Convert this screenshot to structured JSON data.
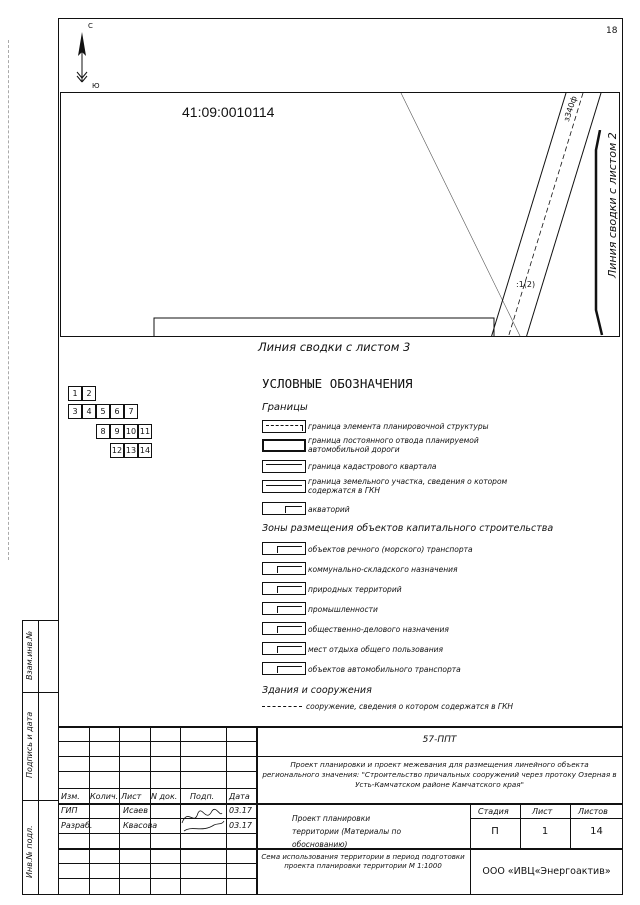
{
  "sheet": {
    "page_number": "18"
  },
  "map": {
    "north_label": "С",
    "south_label": "Ю",
    "cadastral_block": "41:09:0010114",
    "road_label": "з340ф",
    "parcel_label": ":1(2)",
    "match_line_right": "Линия сводки с листом 2",
    "match_line_bottom": "Линия сводки с листом 3"
  },
  "index_grid": [
    "1",
    "2",
    "3",
    "4",
    "5",
    "6",
    "7",
    "8",
    "9",
    "10",
    "11",
    "12",
    "13",
    "14"
  ],
  "legend": {
    "title": "УСЛОВНЫЕ ОБОЗНАЧЕНИЯ",
    "boundaries_heading": "Границы",
    "boundaries": [
      "граница элемента планировочной структуры",
      "граница постоянного отвода планируемой автомобильной дороги",
      "граница кадастрового квартала",
      "граница земельного участка, сведения о котором содержатся в ГКН",
      "акваторий"
    ],
    "zones_heading": "Зоны размещения объектов капитального строительства",
    "zones": [
      "объектов речного (морского) транспорта",
      "коммунально-складского назначения",
      "природных территорий",
      "промышленности",
      "общественно-делового назначения",
      "мест отдыха общего пользования",
      "объектов автомобильного транспорта"
    ],
    "buildings_heading": "Здания и сооружения",
    "buildings": [
      "сооружение, сведения о котором содержатся в ГКН"
    ]
  },
  "side_stamp": {
    "vzam": "Взам.инв.№",
    "podpis": "Подпись и дата",
    "inv": "Инв.№ подл."
  },
  "title_block": {
    "code": "57-ППТ",
    "project_title": "Проект планировки и проект межевания для размещения линейного объекта регионального значения: \"Строительство причальных сооружений через протоку Озерная в Усть-Камчатском районе Камчатского края\"",
    "headers": [
      "Изм.",
      "Колич.",
      "Лист",
      "N док.",
      "Подп.",
      "Дата"
    ],
    "rows": [
      {
        "role": "ГИП",
        "name": "Исаев",
        "date": "03.17"
      },
      {
        "role": "Разраб.",
        "name": "Квасова",
        "date": "03.17"
      }
    ],
    "doc_title": "Проект планировки территории (Материалы по обоснованию)",
    "stage_label": "Стадия",
    "sheet_label": "Лист",
    "sheets_label": "Листов",
    "stage": "П",
    "sheet": "1",
    "sheets": "14",
    "drawing_title": "Сема использования территории в период подготовки проекта планировки территории М 1:1000",
    "organization": "ООО «ИВЦ«Энергоактив»"
  }
}
